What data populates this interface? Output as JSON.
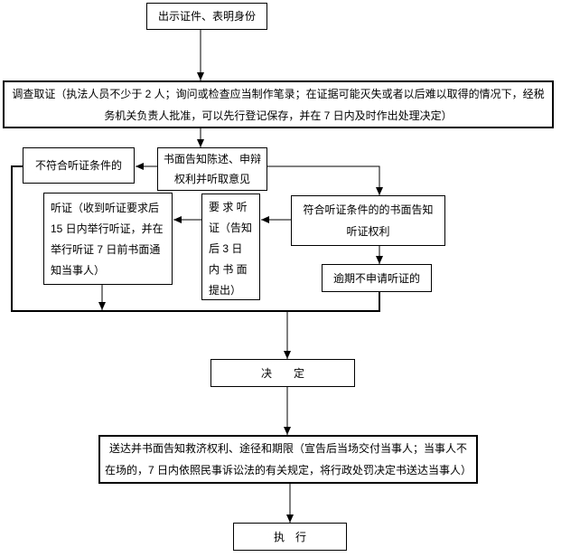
{
  "colors": {
    "background": "#ffffff",
    "line": "#000000",
    "box_border": "#000000",
    "text": "#000000"
  },
  "nodes": {
    "show_credentials": {
      "label": "出示证件、表明身份"
    },
    "investigate": {
      "label": [
        "调查取证（执法人员不少于 2 人；询问或检查应当制作笔录；在证据可能灭失或者以后难以取得的情况下，经税",
        "务机关负责人批准，可以先行登记保存，并在 7 日内及时作出处理决定）"
      ]
    },
    "not_meeting": {
      "label": "不符合听证条件的"
    },
    "notify_rights": {
      "label": [
        "书面告知陈述、申辩",
        "权利并听取意见"
      ]
    },
    "hearing": {
      "label": [
        "听证（收到听证要求后",
        "15 日内举行听证，并在",
        "举行听证 7 日前书面通",
        "知当事人）"
      ]
    },
    "request_hearing": {
      "label": [
        "要 求 听",
        "证（告知",
        "后 3 日",
        "内 书 面",
        "提出）"
      ]
    },
    "qualified_notify": {
      "label": [
        "符合听证条件的的书面告知",
        "听证权利"
      ]
    },
    "overdue": {
      "label": "逾期不申请听证的"
    },
    "decision": {
      "label": "决　　定"
    },
    "deliver": {
      "label": [
        "送达并书面告知救济权利、途径和期限（宣告后当场交付当事人；当事人不",
        "在场的，7 日内依照民事诉讼法的有关规定，将行政处罚决定书送达当事人）"
      ]
    },
    "execute": {
      "label": "执　行"
    }
  },
  "edges": [
    {
      "from": "show_credentials",
      "to": "investigate"
    },
    {
      "from": "investigate",
      "to": "notify_rights"
    },
    {
      "from": "notify_rights",
      "to": "not_meeting"
    },
    {
      "from": "notify_rights",
      "to": "qualified_notify"
    },
    {
      "from": "qualified_notify",
      "to": "request_hearing"
    },
    {
      "from": "qualified_notify",
      "to": "overdue"
    },
    {
      "from": "request_hearing",
      "to": "hearing"
    },
    {
      "from": "not_meeting",
      "to": "decision"
    },
    {
      "from": "hearing",
      "to": "decision"
    },
    {
      "from": "overdue",
      "to": "decision"
    },
    {
      "from": "decision",
      "to": "deliver"
    },
    {
      "from": "deliver",
      "to": "execute"
    }
  ]
}
